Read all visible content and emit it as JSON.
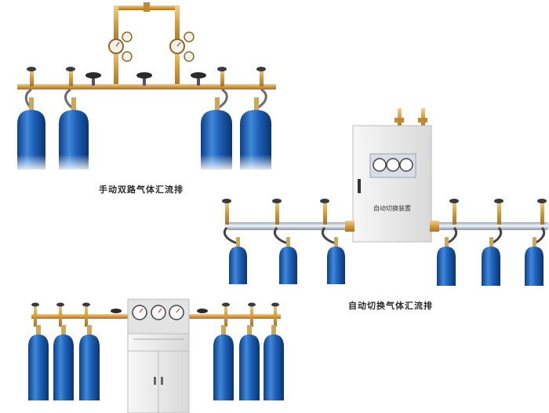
{
  "captions": {
    "manual": "手动双路气体汇流排",
    "auto": "自动切换气体汇流排"
  },
  "panel_label": "自动切换装置",
  "colors": {
    "cylinder": "#1a5fb4",
    "brass": "#d9a34a",
    "panel": "#ececec"
  }
}
